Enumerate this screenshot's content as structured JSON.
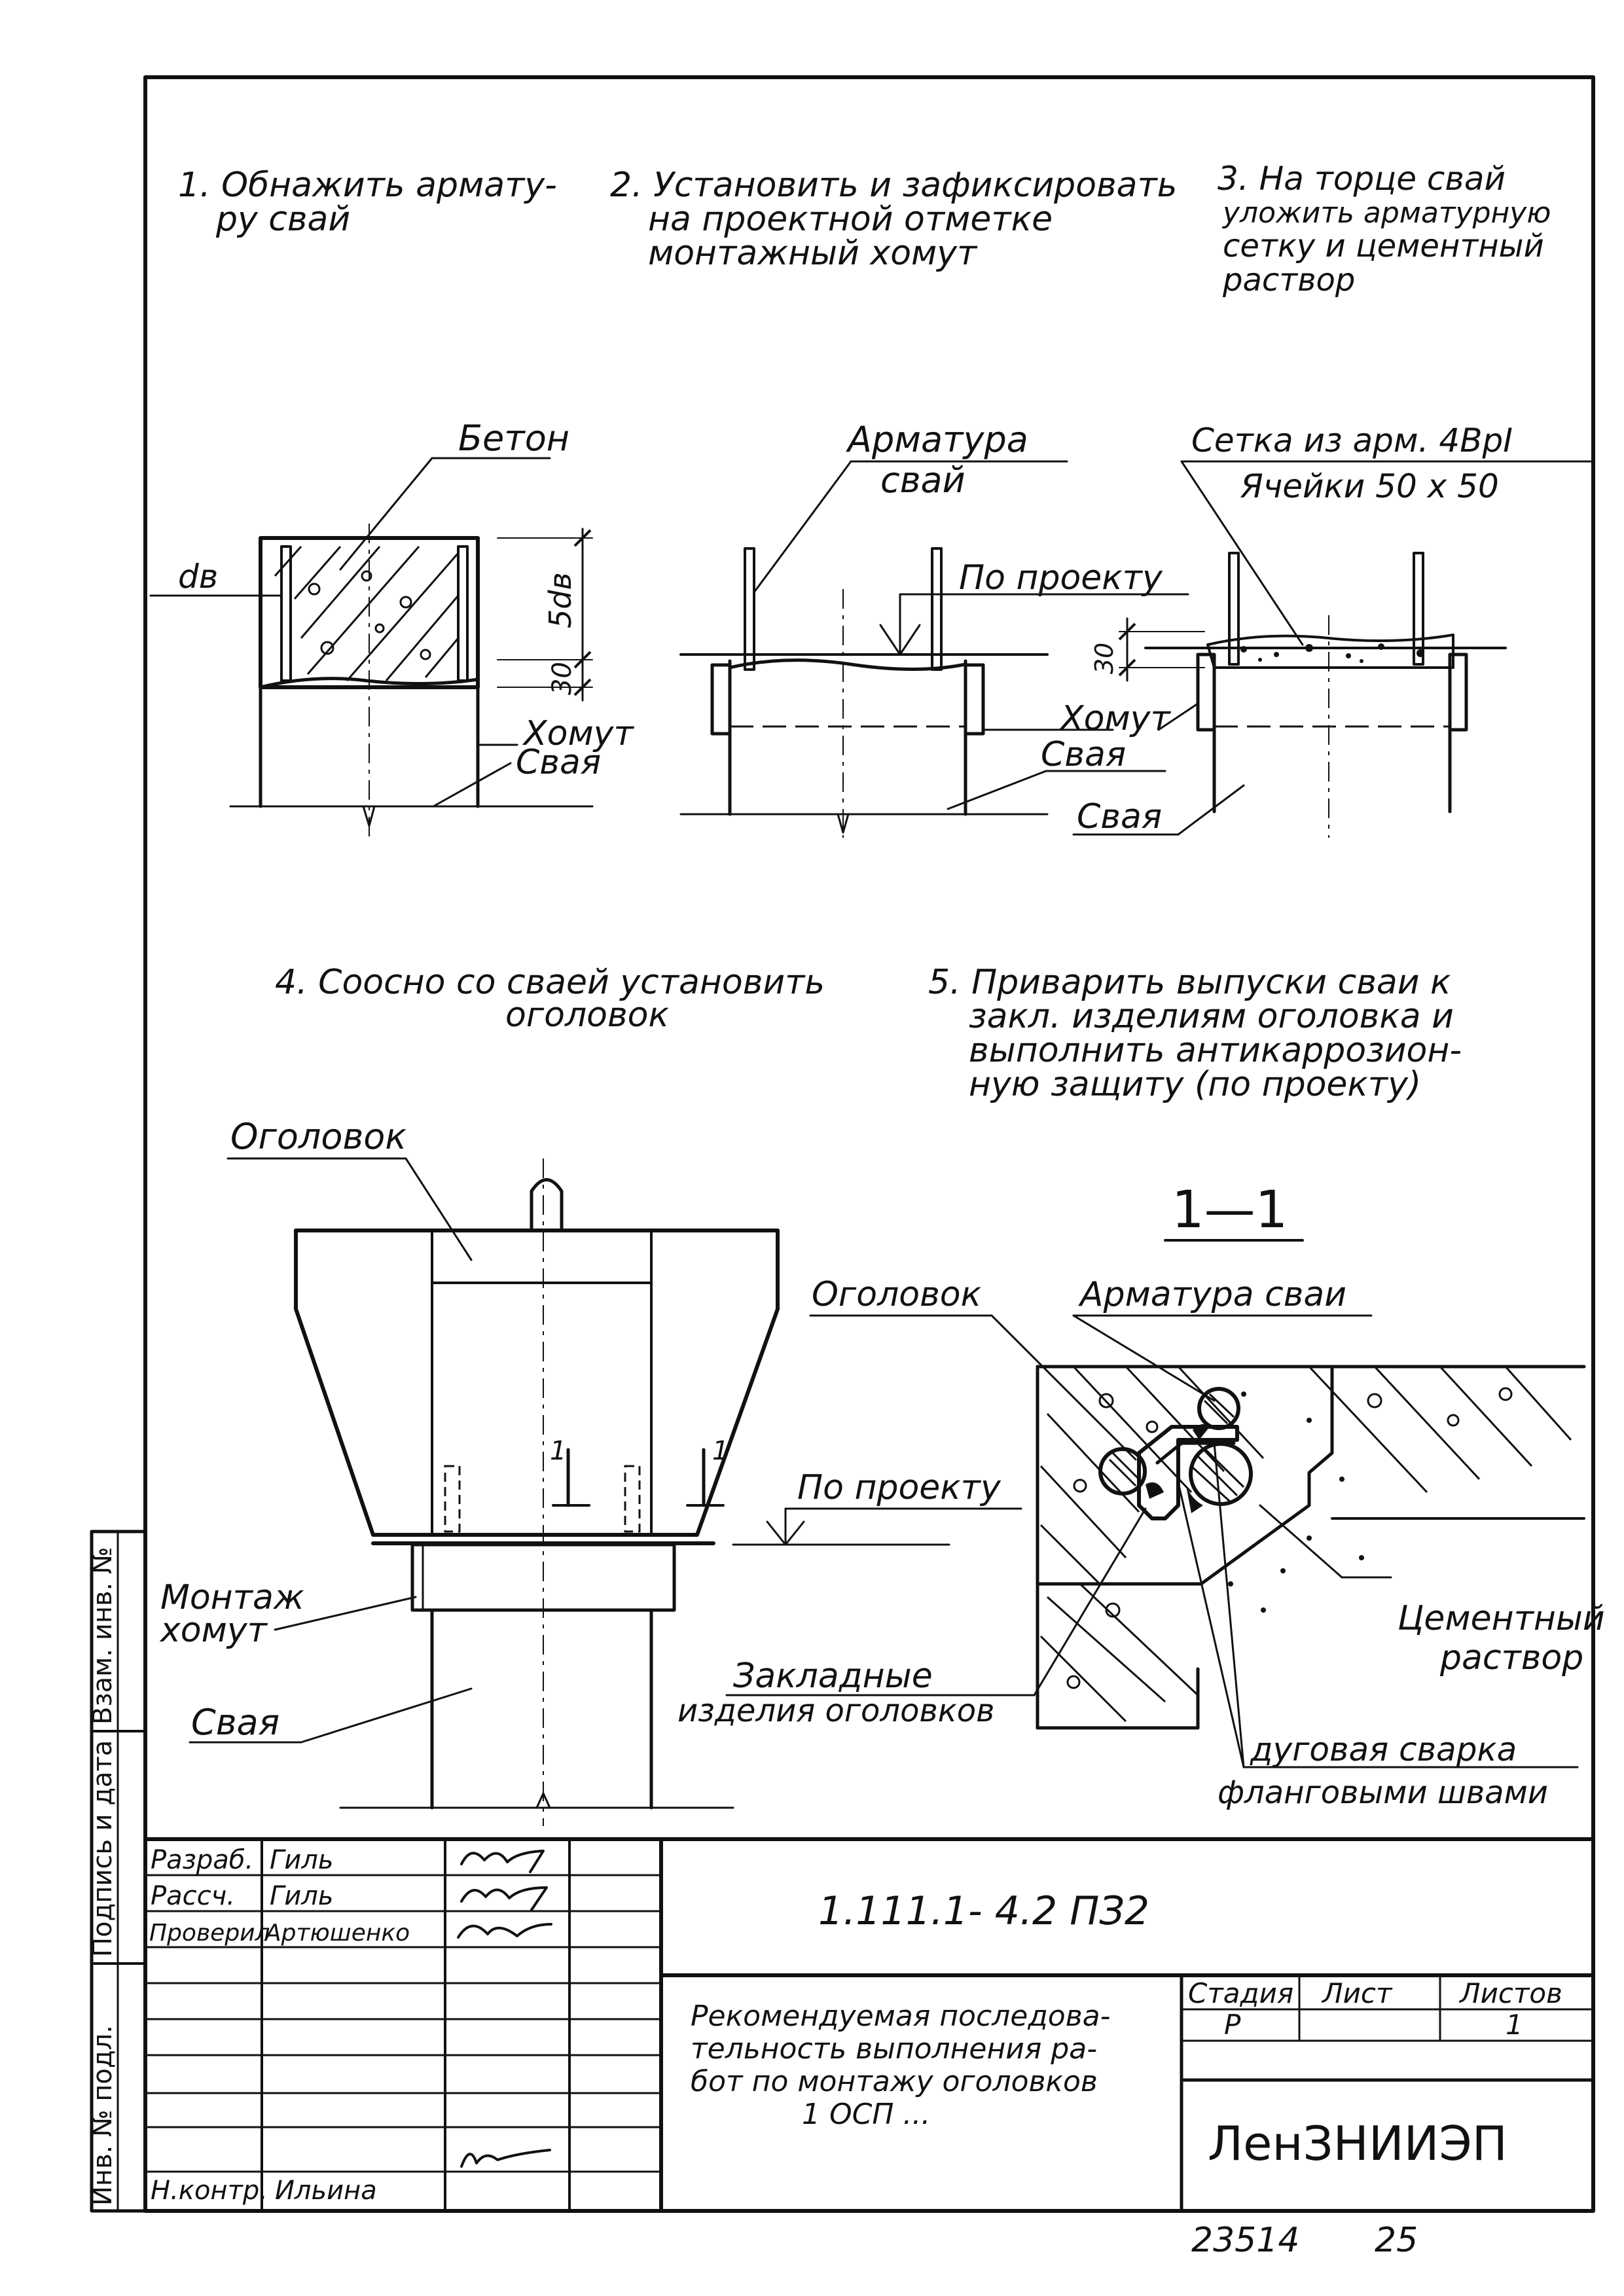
{
  "steps": {
    "s1": [
      "1. Обнажить армату-",
      "ру свай"
    ],
    "s2": [
      "2. Установить и зафиксировать",
      "на проектной отметке",
      "монтажный хомут"
    ],
    "s3": [
      "3. На торце свай",
      "уложить арматурную",
      "сетку и цементный",
      "раствор"
    ],
    "s4": [
      "4. Соосно со сваей установить",
      "оголовок"
    ],
    "s5": [
      "5. Приварить выпуски сваи к",
      "закл. изделиям оголовка и",
      "выполнить антикаррозион-",
      "ную защиту (по проекту)"
    ]
  },
  "labels": {
    "beton": "Бетон",
    "d_v": "dв",
    "five_d_v": "5dв",
    "dim_30": "30",
    "khomut": "Хомут",
    "svaya": "Свая",
    "armatura_svai_1": "Арматура",
    "armatura_svai_2": "свай",
    "po_proektu": "По проекту",
    "setka_1": "Сетка из арм. 4ВрI",
    "setka_2": "Ячейки 50 х 50",
    "ogolovok": "Оголовок",
    "montazh_1": "Монтаж",
    "montazh_2": "хомут",
    "section_mark": "1",
    "section_title": "1—1",
    "armatura_svai_full": "Арматура сваи",
    "tsementny_1": "Цементный",
    "tsementny_2": "раствор",
    "zakladnye_1": "Закладные",
    "zakladnye_2": "изделия оголовков",
    "svarka_1": "дуговая сварка",
    "svarka_2": "фланговыми швами"
  },
  "side_stamp": [
    "Инв. № подл.",
    "Подпись и дата",
    "Взам. инв. №"
  ],
  "title_block": {
    "rows": [
      {
        "role": "Разраб.",
        "name": "Гиль"
      },
      {
        "role": "Рассч.",
        "name": "Гиль"
      },
      {
        "role": "Проверил",
        "name": "Артюшенко"
      },
      {
        "role": "",
        "name": ""
      },
      {
        "role": "",
        "name": ""
      },
      {
        "role": "",
        "name": ""
      },
      {
        "role": "Н.контр.",
        "name": "Ильина"
      }
    ],
    "doc_code": "1.111.1- 4.2  ПЗ2",
    "description": [
      "Рекомендуемая последова-",
      "тельность выполнения ра-",
      "бот по монтажу оголовков",
      "1 ОСП ..."
    ],
    "stadia_label": "Стадия",
    "list_label": "Лист",
    "listov_label": "Листов",
    "stadia": "Р",
    "list": "",
    "listov": "1",
    "org": "ЛенЗНИИЭП",
    "footer_left": "23514",
    "footer_right": "25"
  }
}
